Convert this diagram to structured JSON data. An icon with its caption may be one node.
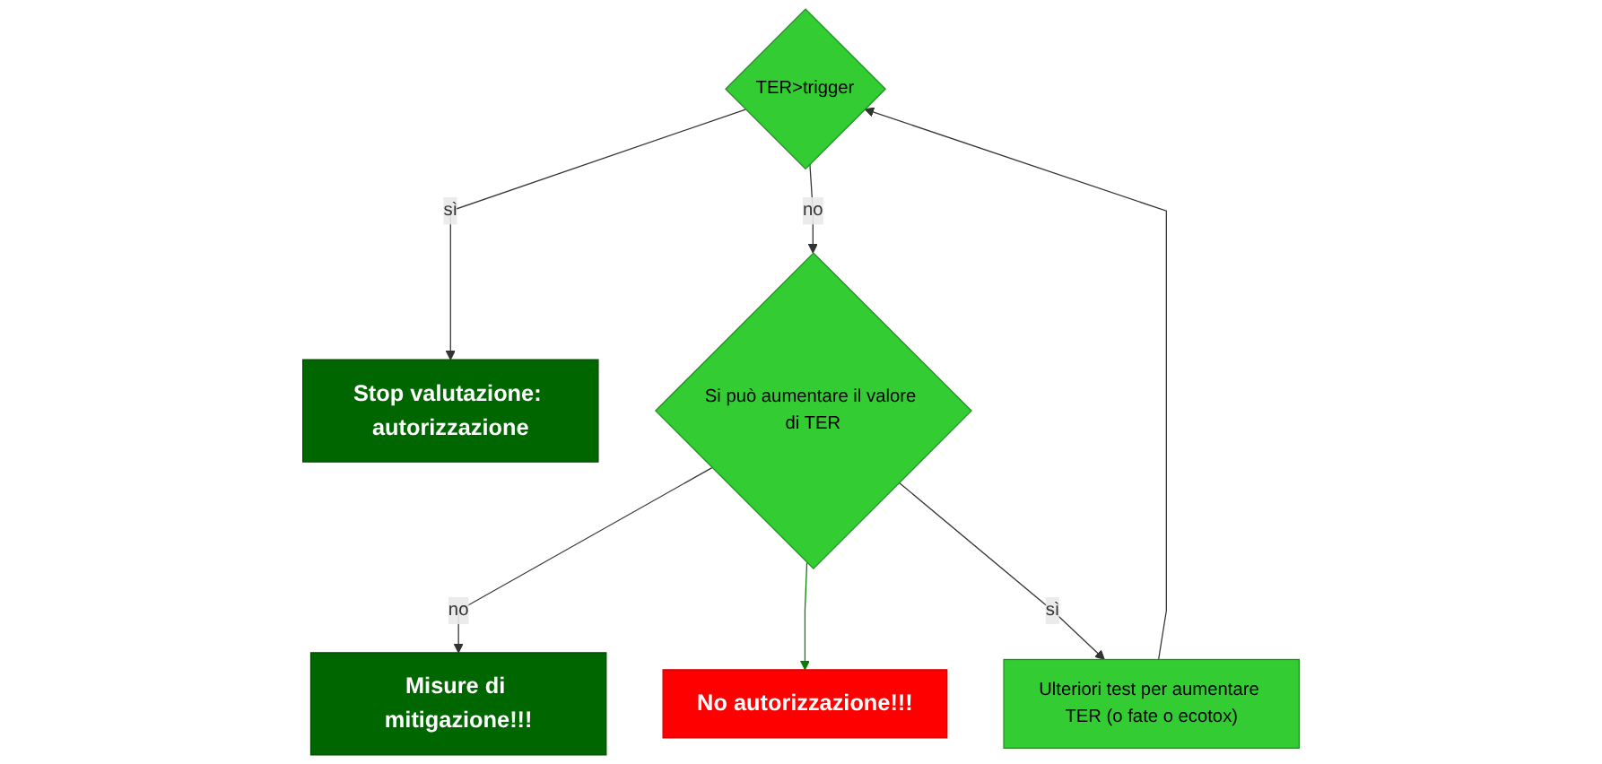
{
  "diagram": {
    "nodes": [
      {
        "text": [
          "TER>trigger"
        ]
      },
      {
        "text": [
          "Stop valutazione: autorizzazione"
        ]
      },
      {
        "text": [
          "Si può aumentare il valore di TER"
        ]
      },
      {
        "text": [
          "Misure di mitigazione!!!"
        ]
      },
      {
        "text": [
          "No autorizzazione!!!"
        ]
      },
      {
        "text": [
          "Ulteriori test per aumentare TER (o fate o ecotox)"
        ]
      }
    ],
    "edges": [
      {
        "from": 0,
        "to": 1,
        "arrow": "to",
        "label": "sì"
      },
      {
        "from": 0,
        "to": 2,
        "arrow": "to",
        "label": "no"
      },
      {
        "from": 2,
        "to": 3,
        "arrow": "to",
        "label": "no"
      },
      {
        "from": 2,
        "to": 4,
        "arrow": "to",
        "color": "#008000"
      },
      {
        "from": 2,
        "to": 5,
        "arrow": "to",
        "label": "sì"
      },
      {
        "from": 5,
        "to": 0,
        "arrow": "to"
      }
    ]
  }
}
